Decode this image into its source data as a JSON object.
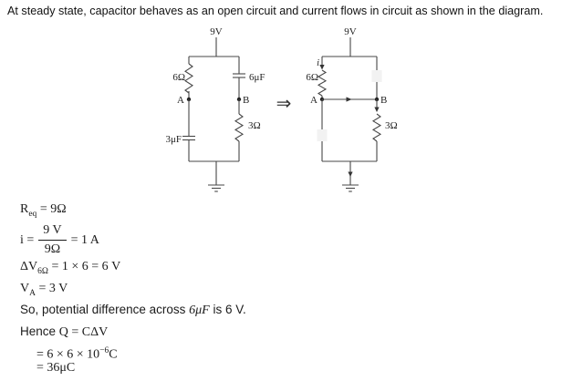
{
  "title": "At steady state, capacitor behaves as an open circuit and current flows in circuit as shown in the diagram.",
  "diagram": {
    "implies": "⇒",
    "left": {
      "source_label": "9V",
      "resistor_left": "6Ω",
      "capacitor_right": "6μF",
      "node_a": "A",
      "node_b": "B",
      "capacitor_left": "3μF",
      "resistor_right": "3Ω"
    },
    "right": {
      "source_label": "9V",
      "current_label": "i",
      "resistor_left": "6Ω",
      "node_a": "A",
      "node_b": "B",
      "resistor_right": "3Ω"
    }
  },
  "solution": {
    "req_base": "R",
    "req_sub": "eq",
    "req_rest": " = 9Ω",
    "i_lead": "i = ",
    "i_num": "9 V",
    "i_den": "9Ω",
    "i_rest": " = 1 A",
    "dv_base": "ΔV",
    "dv_sub": "6Ω",
    "dv_rest": " = 1 × 6 = 6 V",
    "va_base": "V",
    "va_sub": "A",
    "va_rest": " = 3 V",
    "sentence_lead": "So, potential difference across ",
    "sentence_math": "6μF",
    "sentence_rest": " is 6 V.",
    "hence_lead": "Hence ",
    "hence_math": "Q = CΔV",
    "q_lead": "= 6 × 6 × 10",
    "q_sup": "−6",
    "q_unit": "C",
    "q_result": "= 36μC"
  }
}
